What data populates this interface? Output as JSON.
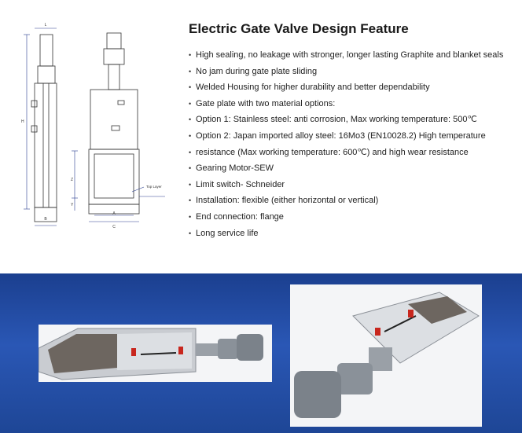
{
  "heading": "Electric Gate Valve Design Feature",
  "features": [
    "High sealing, no leakage with stronger, longer lasting Graphite and blanket seals",
    "No jam during gate plate sliding",
    "Welded Housing for higher durability and better dependability",
    "Gate plate with two material options:",
    "Option 1: Stainless steel: anti corrosion, Max working temperature: 500℃",
    "Option 2: Japan imported alloy steel: 16Mo3 (EN10028.2) High temperature",
    "resistance (Max working temperature: 600℃) and high wear resistance",
    "Gearing Motor-SEW",
    "Limit switch- Schneider",
    "Installation: flexible (either horizontal or vertical)",
    "End connection: flange",
    "Long service life"
  ],
  "drawing_labels": {
    "L": "L",
    "H": "H",
    "B": "B",
    "Z": "Z",
    "Y": "Y",
    "A": "A",
    "C": "C",
    "top_layer": "Top Layer"
  },
  "colors": {
    "banner": "#2a57b5",
    "drawing_line": "#333333",
    "dimension_line": "#2b3f8f",
    "valve_red": "#c8271e",
    "motor_gray": "#8a9199"
  },
  "icons": {
    "bullet": "•"
  }
}
